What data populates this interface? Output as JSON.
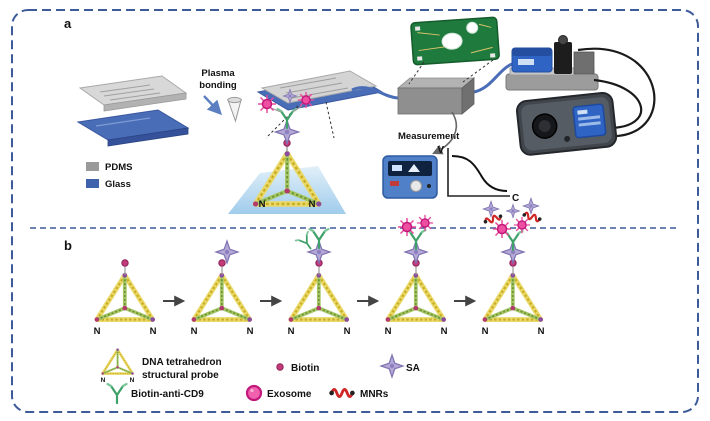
{
  "panel_a": {
    "label": "a",
    "plasma_bonding": {
      "line1": "Plasma",
      "line2": "bonding"
    },
    "legend": {
      "pdms": "PDMS",
      "glass": "Glass"
    },
    "measurement": "Measurement",
    "graph": {
      "ylabel": "V",
      "xlabel": "C"
    },
    "n_label": "N"
  },
  "panel_b": {
    "label": "b",
    "n_label": "N",
    "legend": {
      "probe_line1": "DNA tetrahedron",
      "probe_line2": "structural probe",
      "biotin": "Biotin",
      "sa": "SA",
      "anti_cd9": "Biotin-anti-CD9",
      "exosome": "Exosome",
      "mnrs": "MNRs"
    }
  },
  "colors": {
    "border": "#3d5a99",
    "pdms": "#9a9a9a",
    "glass": "#3f62ad",
    "pcb_green": "#1f7a3d",
    "tube_blue": "#4a6db8",
    "tetra_yellow": "#d4be2e",
    "tetra_green": "#7da23d",
    "biotin": "#c23a78",
    "sa": "#b3a8d6",
    "antibody": "#3fa169",
    "exosome": "#ef4fa0",
    "mnr": "#cf2727"
  }
}
